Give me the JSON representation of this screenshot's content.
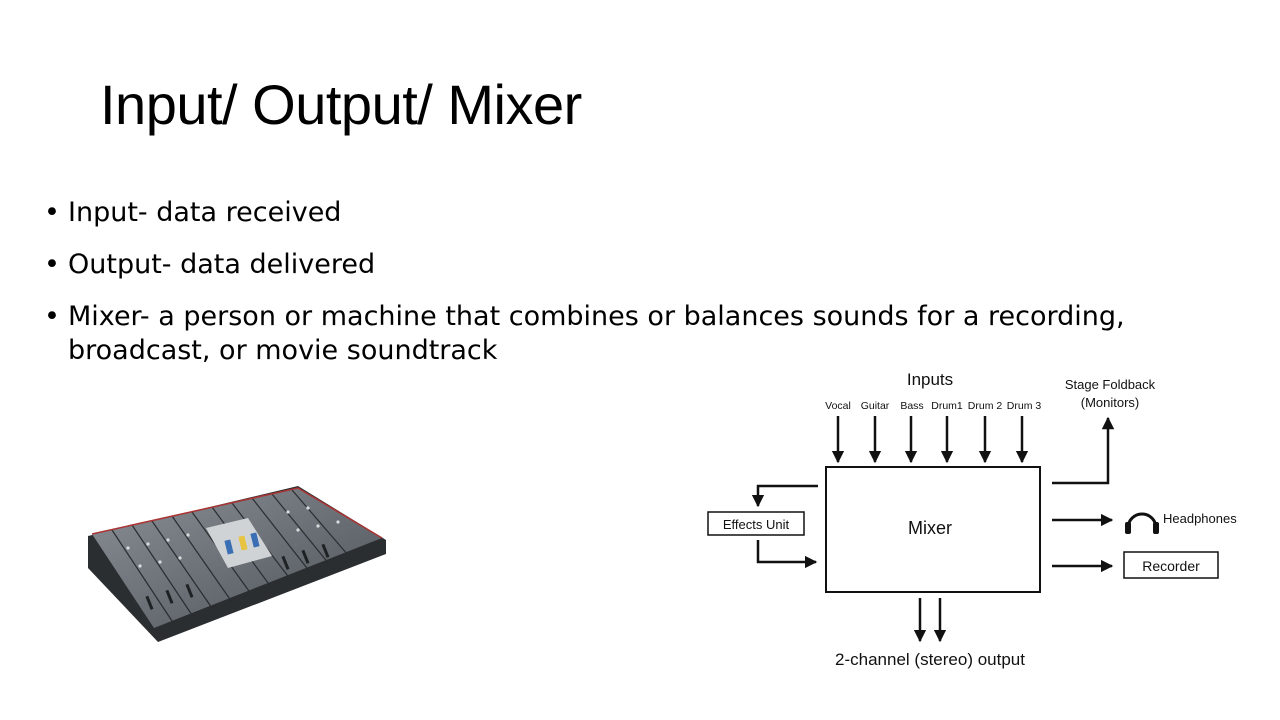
{
  "slide": {
    "title": "Input/ Output/ Mixer",
    "bullets": [
      "Input- data received",
      "Output- data delivered",
      "Mixer- a person or machine that combines or balances sounds for a recording, broadcast, or movie soundtrack"
    ]
  },
  "diagram": {
    "inputs_label": "Inputs",
    "input_channels": [
      "Vocal",
      "Guitar",
      "Bass",
      "Drum1",
      "Drum 2",
      "Drum 3"
    ],
    "mixer_label": "Mixer",
    "effects_label": "Effects Unit",
    "foldback_label_line1": "Stage Foldback",
    "foldback_label_line2": "(Monitors)",
    "headphones_label": "Headphones",
    "recorder_label": "Recorder",
    "output_label": "2-channel (stereo) output"
  }
}
